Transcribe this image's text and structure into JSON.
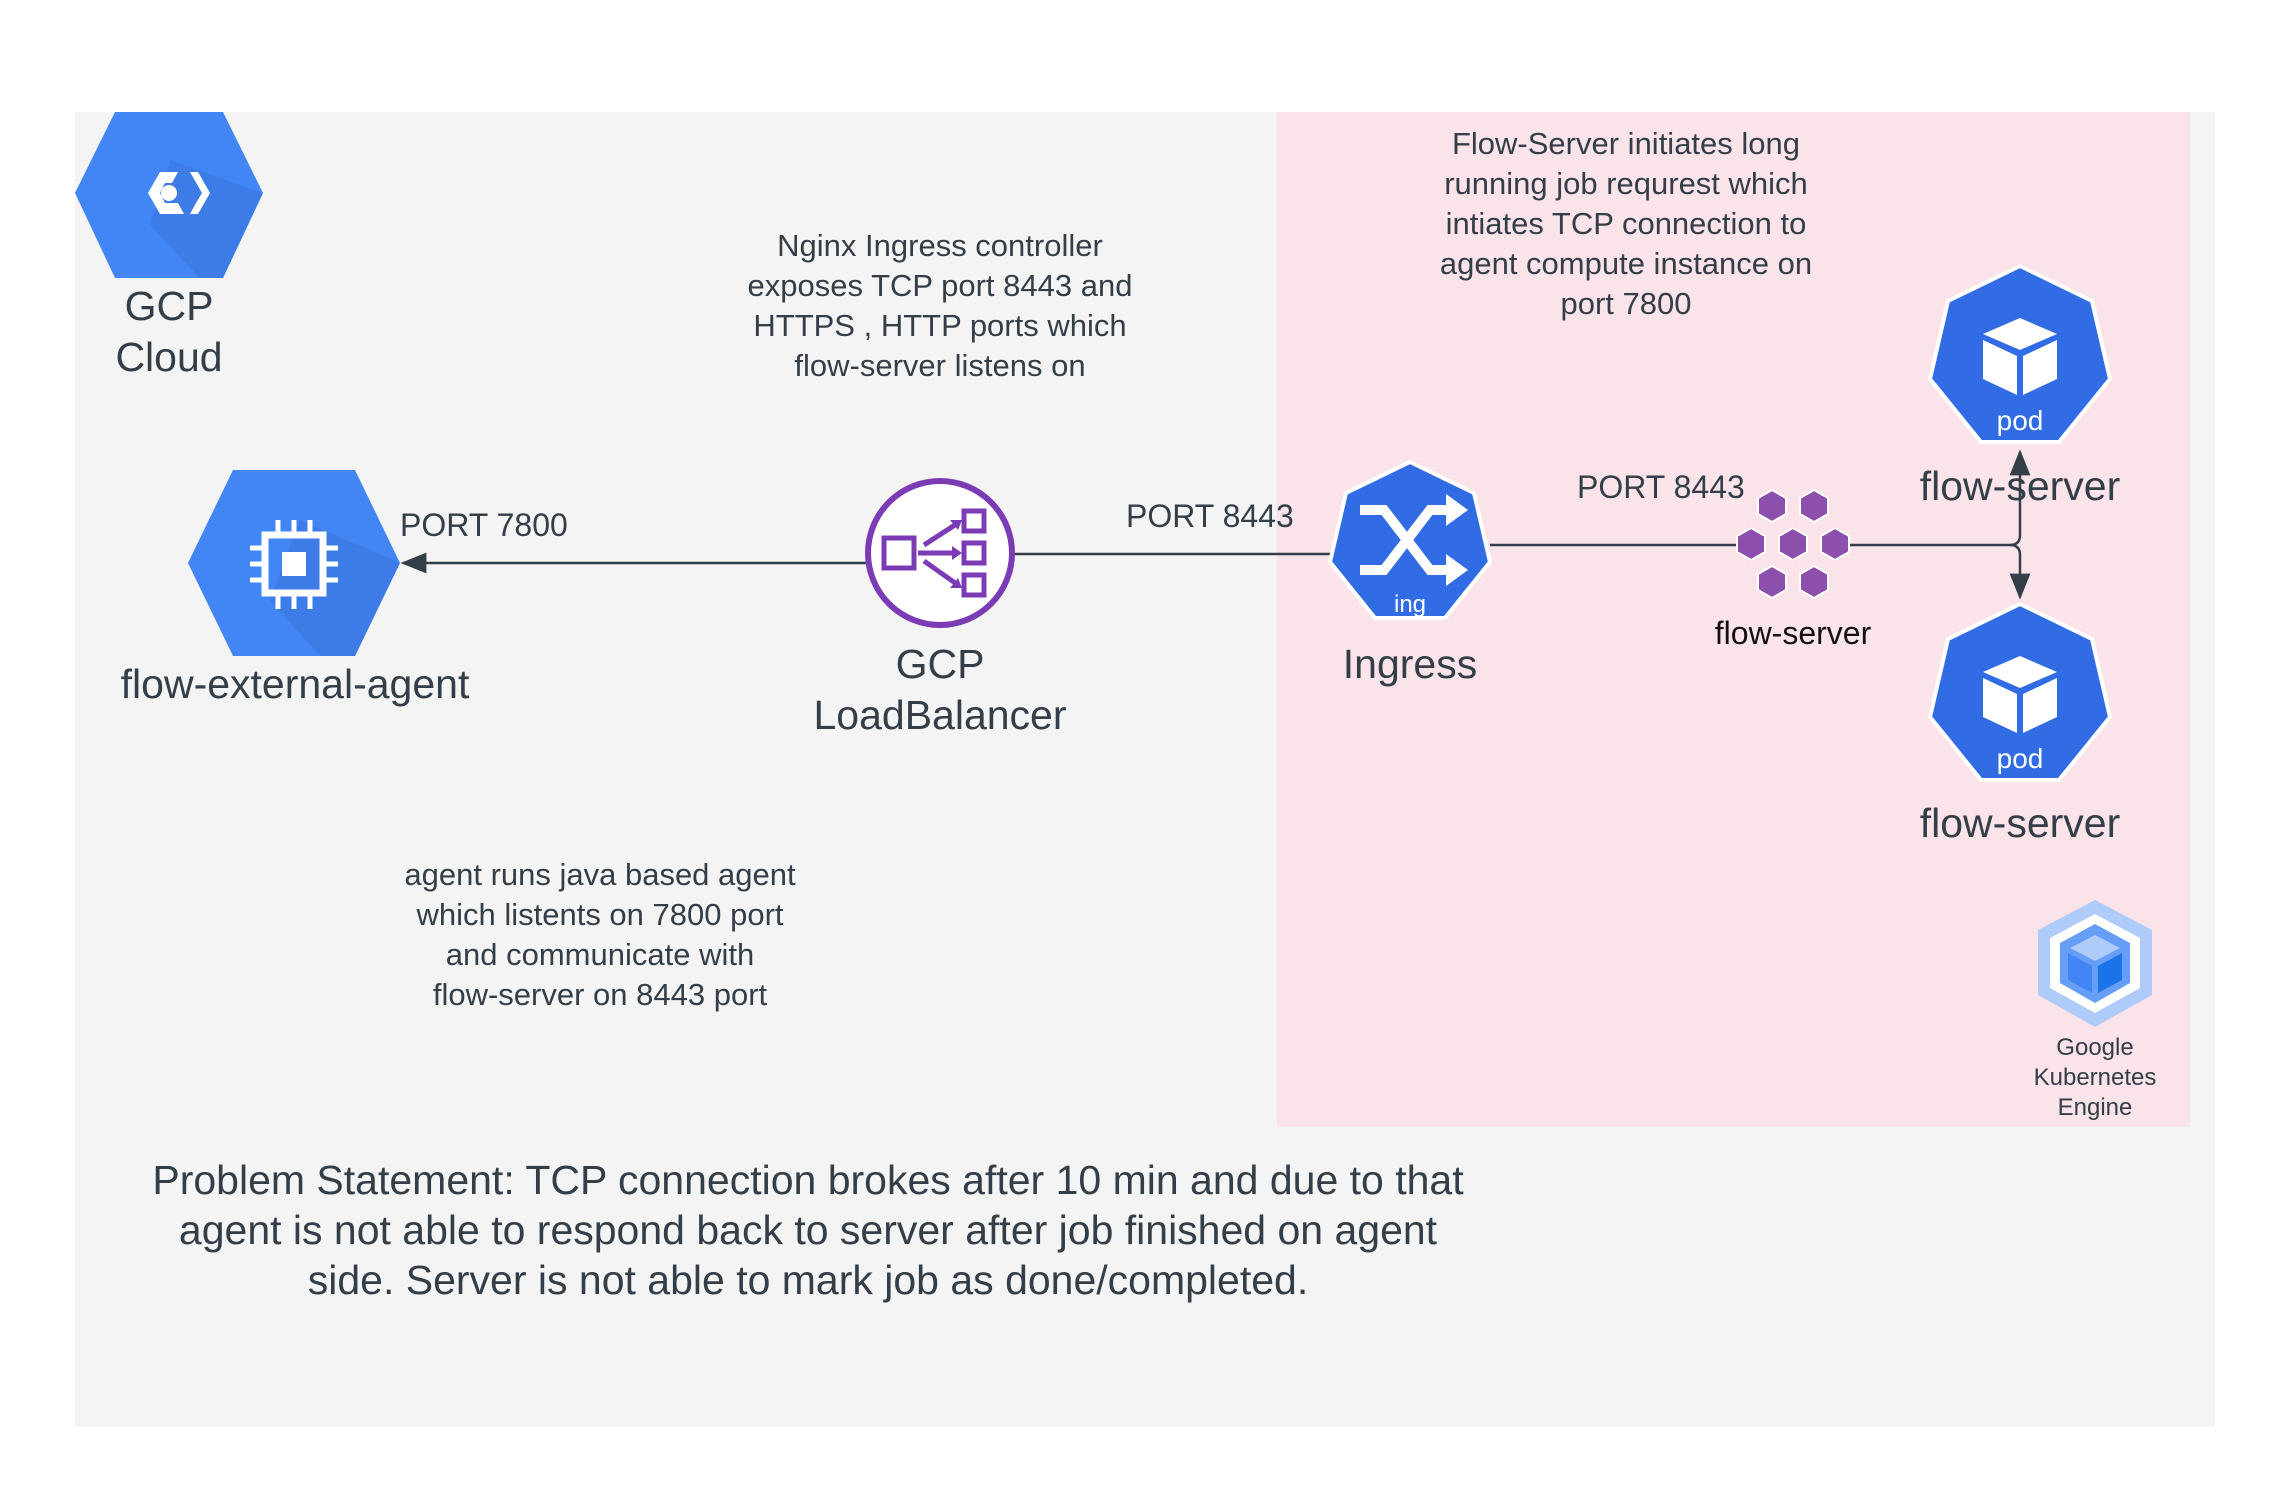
{
  "nodes": {
    "gcp_cloud": {
      "label_line1": "GCP",
      "label_line2": "Cloud"
    },
    "external_agent": {
      "label": "flow-external-agent"
    },
    "load_balancer": {
      "label_line1": "GCP",
      "label_line2": "LoadBalancer"
    },
    "ingress": {
      "label": "Ingress",
      "badge": "ing"
    },
    "flow_server_cluster": {
      "label": "flow-server"
    },
    "pod_top": {
      "label": "flow-server",
      "badge": "pod"
    },
    "pod_bottom": {
      "label": "flow-server",
      "badge": "pod"
    },
    "gke": {
      "label_line1": "Google",
      "label_line2": "Kubernetes",
      "label_line3": "Engine"
    }
  },
  "edges": {
    "lb_to_agent": {
      "label": "PORT 7800"
    },
    "ingress_to_lb": {
      "label": "PORT 8443"
    },
    "server_to_ingress": {
      "label": "PORT 8443"
    }
  },
  "notes": {
    "nginx": [
      "Nginx Ingress controller",
      "exposes TCP port 8443 and",
      "HTTPS , HTTP ports which",
      "flow-server listens on"
    ],
    "flow_server": [
      "Flow-Server initiates  long",
      "running job requrest which",
      "intiates TCP connection to",
      "agent compute instance on",
      "port 7800"
    ],
    "agent": [
      "agent runs java based agent",
      "which listents on 7800 port",
      "and communicate with",
      "flow-server on 8443 port"
    ]
  },
  "problem_statement": [
    "Problem Statement: TCP connection  brokes after 10 min and due to that",
    "agent is not able to respond back to server after job finished on agent",
    "side. Server is not able to mark job as done/completed."
  ],
  "colors": {
    "gcp_blue": "#4285f4",
    "k8s_blue": "#326ce5",
    "lb_purple": "#7b3bb5",
    "cluster_purple": "#8c4fab",
    "gke_light_blue": "#aecbfa",
    "outer_panel": "#f4f4f4",
    "gke_panel": "#fbe3ea",
    "text": "#333e48",
    "edge": "#333e48"
  }
}
